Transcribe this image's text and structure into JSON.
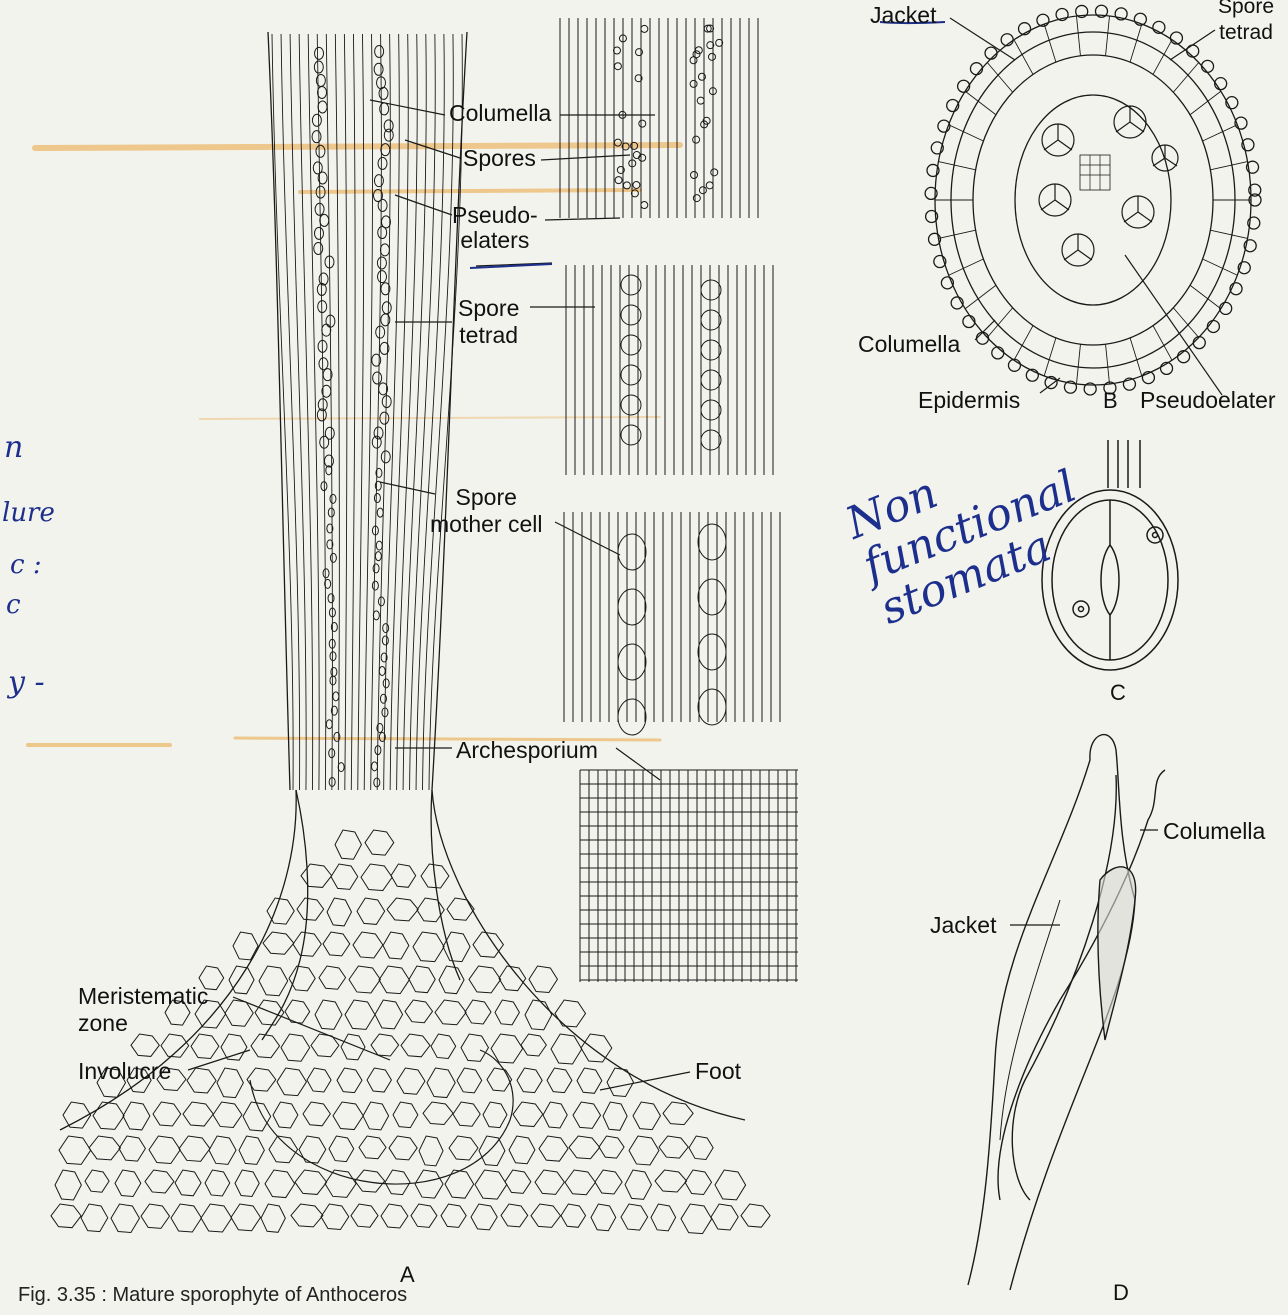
{
  "panel_a": {
    "labels": {
      "columella": "Columella",
      "spores": "Spores",
      "pseudoelaters": "Pseudo-\nelaters",
      "spore_tetrad": "Spore\ntetrad",
      "spore_mother_cell": "Spore\nmother cell",
      "archesporium": "Archesporium",
      "meristematic_zone": "Meristematic\nzone",
      "involucre": "Involucre",
      "foot": "Foot"
    },
    "letter": "A"
  },
  "panel_b": {
    "labels": {
      "jacket": "Jacket",
      "spore_tetrad": "Spore\ntetrad",
      "columella": "Columella",
      "epidermis": "Epidermis",
      "pseudoelater": "Pseudoelater"
    },
    "letter": "B"
  },
  "panel_c": {
    "letter": "C",
    "handwritten_note": "Non\nfunctional\nstomata"
  },
  "panel_d": {
    "labels": {
      "columella": "Columella",
      "jacket": "Jacket"
    },
    "letter": "D"
  },
  "caption": "Fig. 3.35 : Mature sporophyte of Anthoceros",
  "margin_notes": [
    "n",
    "lure",
    "c :",
    "c",
    "y -"
  ],
  "colors": {
    "ink": "#1a1a1a",
    "pen": "#1d2f8c",
    "highlight": "#e7a23a",
    "paper": "#f3f3ee"
  }
}
